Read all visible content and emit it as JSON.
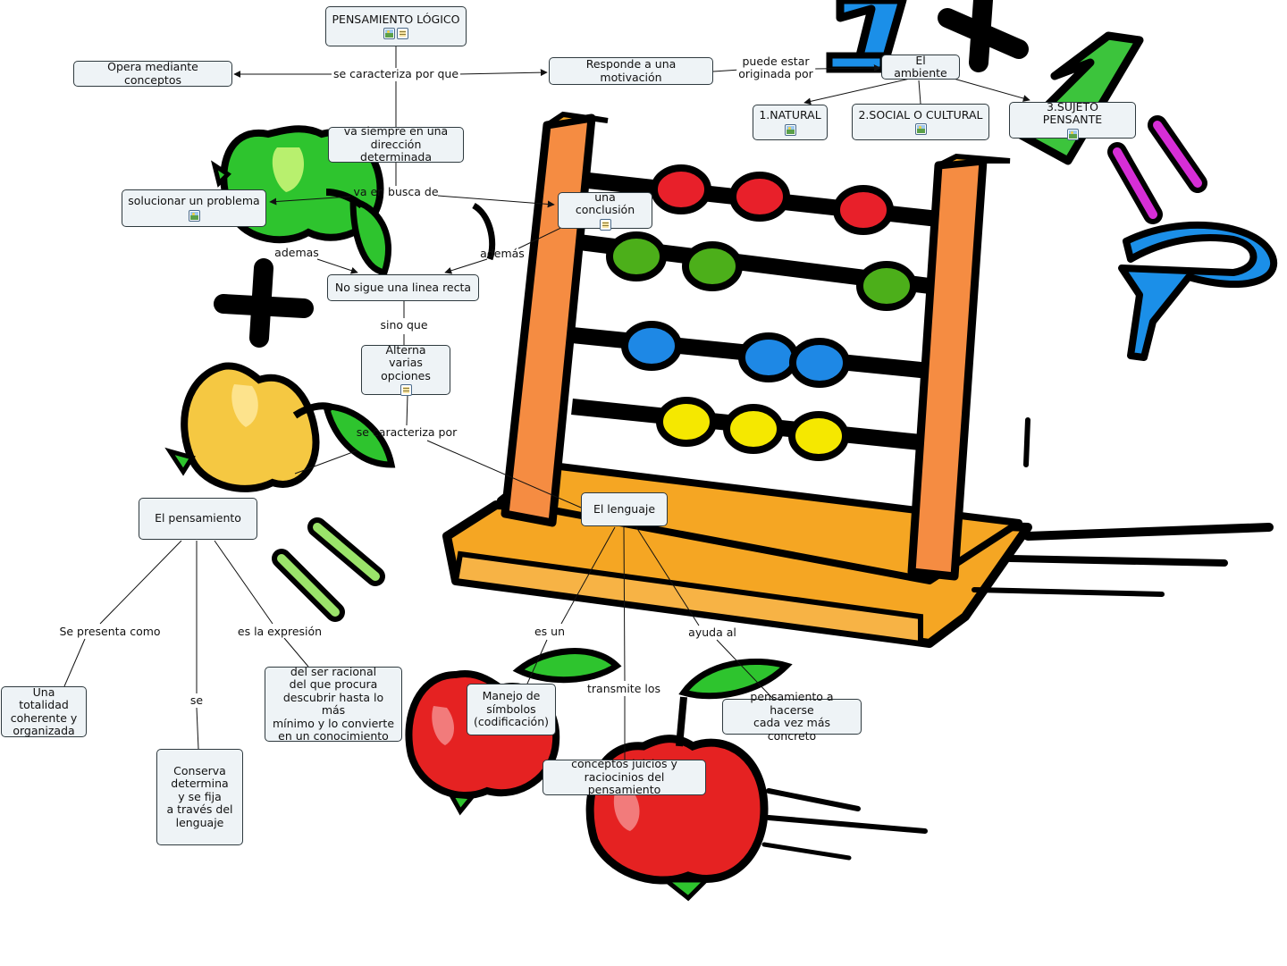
{
  "nodes": {
    "pensamiento_logico": "PENSAMIENTO LÓGICO",
    "opera_conceptos": "Opera mediante conceptos",
    "responde_motivacion": "Responde a una motivación",
    "el_ambiente": "El ambiente",
    "natural": "1.NATURAL",
    "social_cultural": "2.SOCIAL O CULTURAL",
    "sujeto_pensante": "3.SUJETO PENSANTE",
    "va_siempre": "va siempre en una\ndirección determinada",
    "solucionar_problema": "solucionar un problema",
    "una_conclusion": "una conclusión",
    "no_sigue_linea": "No sigue una linea recta",
    "alterna_opciones": "Alterna varias\nopciones",
    "el_pensamiento": "El pensamiento",
    "el_lenguaje": "El lenguaje",
    "totalidad": "Una totalidad\ncoherente y\norganizada",
    "conserva": "Conserva\ndetermina\ny se fija\na través del\nlenguaje",
    "ser_racional": "del ser racional\ndel que procura\ndescubrir hasta lo más\nmínimo y lo convierte\nen un conocimiento",
    "manejo_simbolos": "Manejo de\nsímbolos\n(codificación)",
    "conceptos_juicios": "conceptos juicios y\nraciocinios del pensamiento",
    "hacerse_concreto": "pensamiento a hacerse\ncada vez más concreto"
  },
  "links": {
    "se_caracteriza_por_que": "se caracteriza por que",
    "puede_estar_originada_por": "puede estar\noriginada por",
    "va_en_busca_de": "va en busca de",
    "ademas_1": "ademas",
    "ademas_2": "además",
    "sino_que": "sino que",
    "se_caracteriza_por": "se caracteriza por",
    "se_presenta_como": "Se presenta como",
    "se": "se",
    "es_la_expresion": "es la expresión",
    "es_un": "es un",
    "transmite_los": "transmite los",
    "ayuda_al": "ayuda al"
  },
  "resources": {
    "pensamiento_logico": [
      "image-resource-icon",
      "document-resource-icon"
    ],
    "natural": [
      "image-resource-icon"
    ],
    "social_cultural": [
      "image-resource-icon"
    ],
    "sujeto_pensante": [
      "image-resource-icon"
    ],
    "solucionar_problema": [
      "image-resource-icon"
    ],
    "una_conclusion": [
      "document-resource-icon"
    ],
    "alterna_opciones": [
      "document-resource-icon"
    ]
  },
  "colors": {
    "node_fill": "#eef3f6",
    "node_border": "#2f3a3f",
    "line": "#111111",
    "abacus_wood": "#f5a623",
    "bead_red": "#e8202a",
    "bead_green": "#4caf1a",
    "bead_blue": "#1e88e5",
    "bead_yellow": "#f5e800",
    "apple_green": "#2ec42e",
    "apple_yellow": "#f5c842",
    "apple_red": "#e52222",
    "number_blue": "#1b8fe8",
    "number_green": "#3cc43c",
    "equals_magenta": "#d62ed6",
    "equals_lightgreen": "#9be36a"
  },
  "background_clipart": [
    "abacus",
    "green-apple",
    "yellow-apple",
    "red-apple",
    "red-apple",
    "plus-sign",
    "plus-sign",
    "equals-sign",
    "equals-sign",
    "number-1",
    "number-1",
    "number-2"
  ]
}
